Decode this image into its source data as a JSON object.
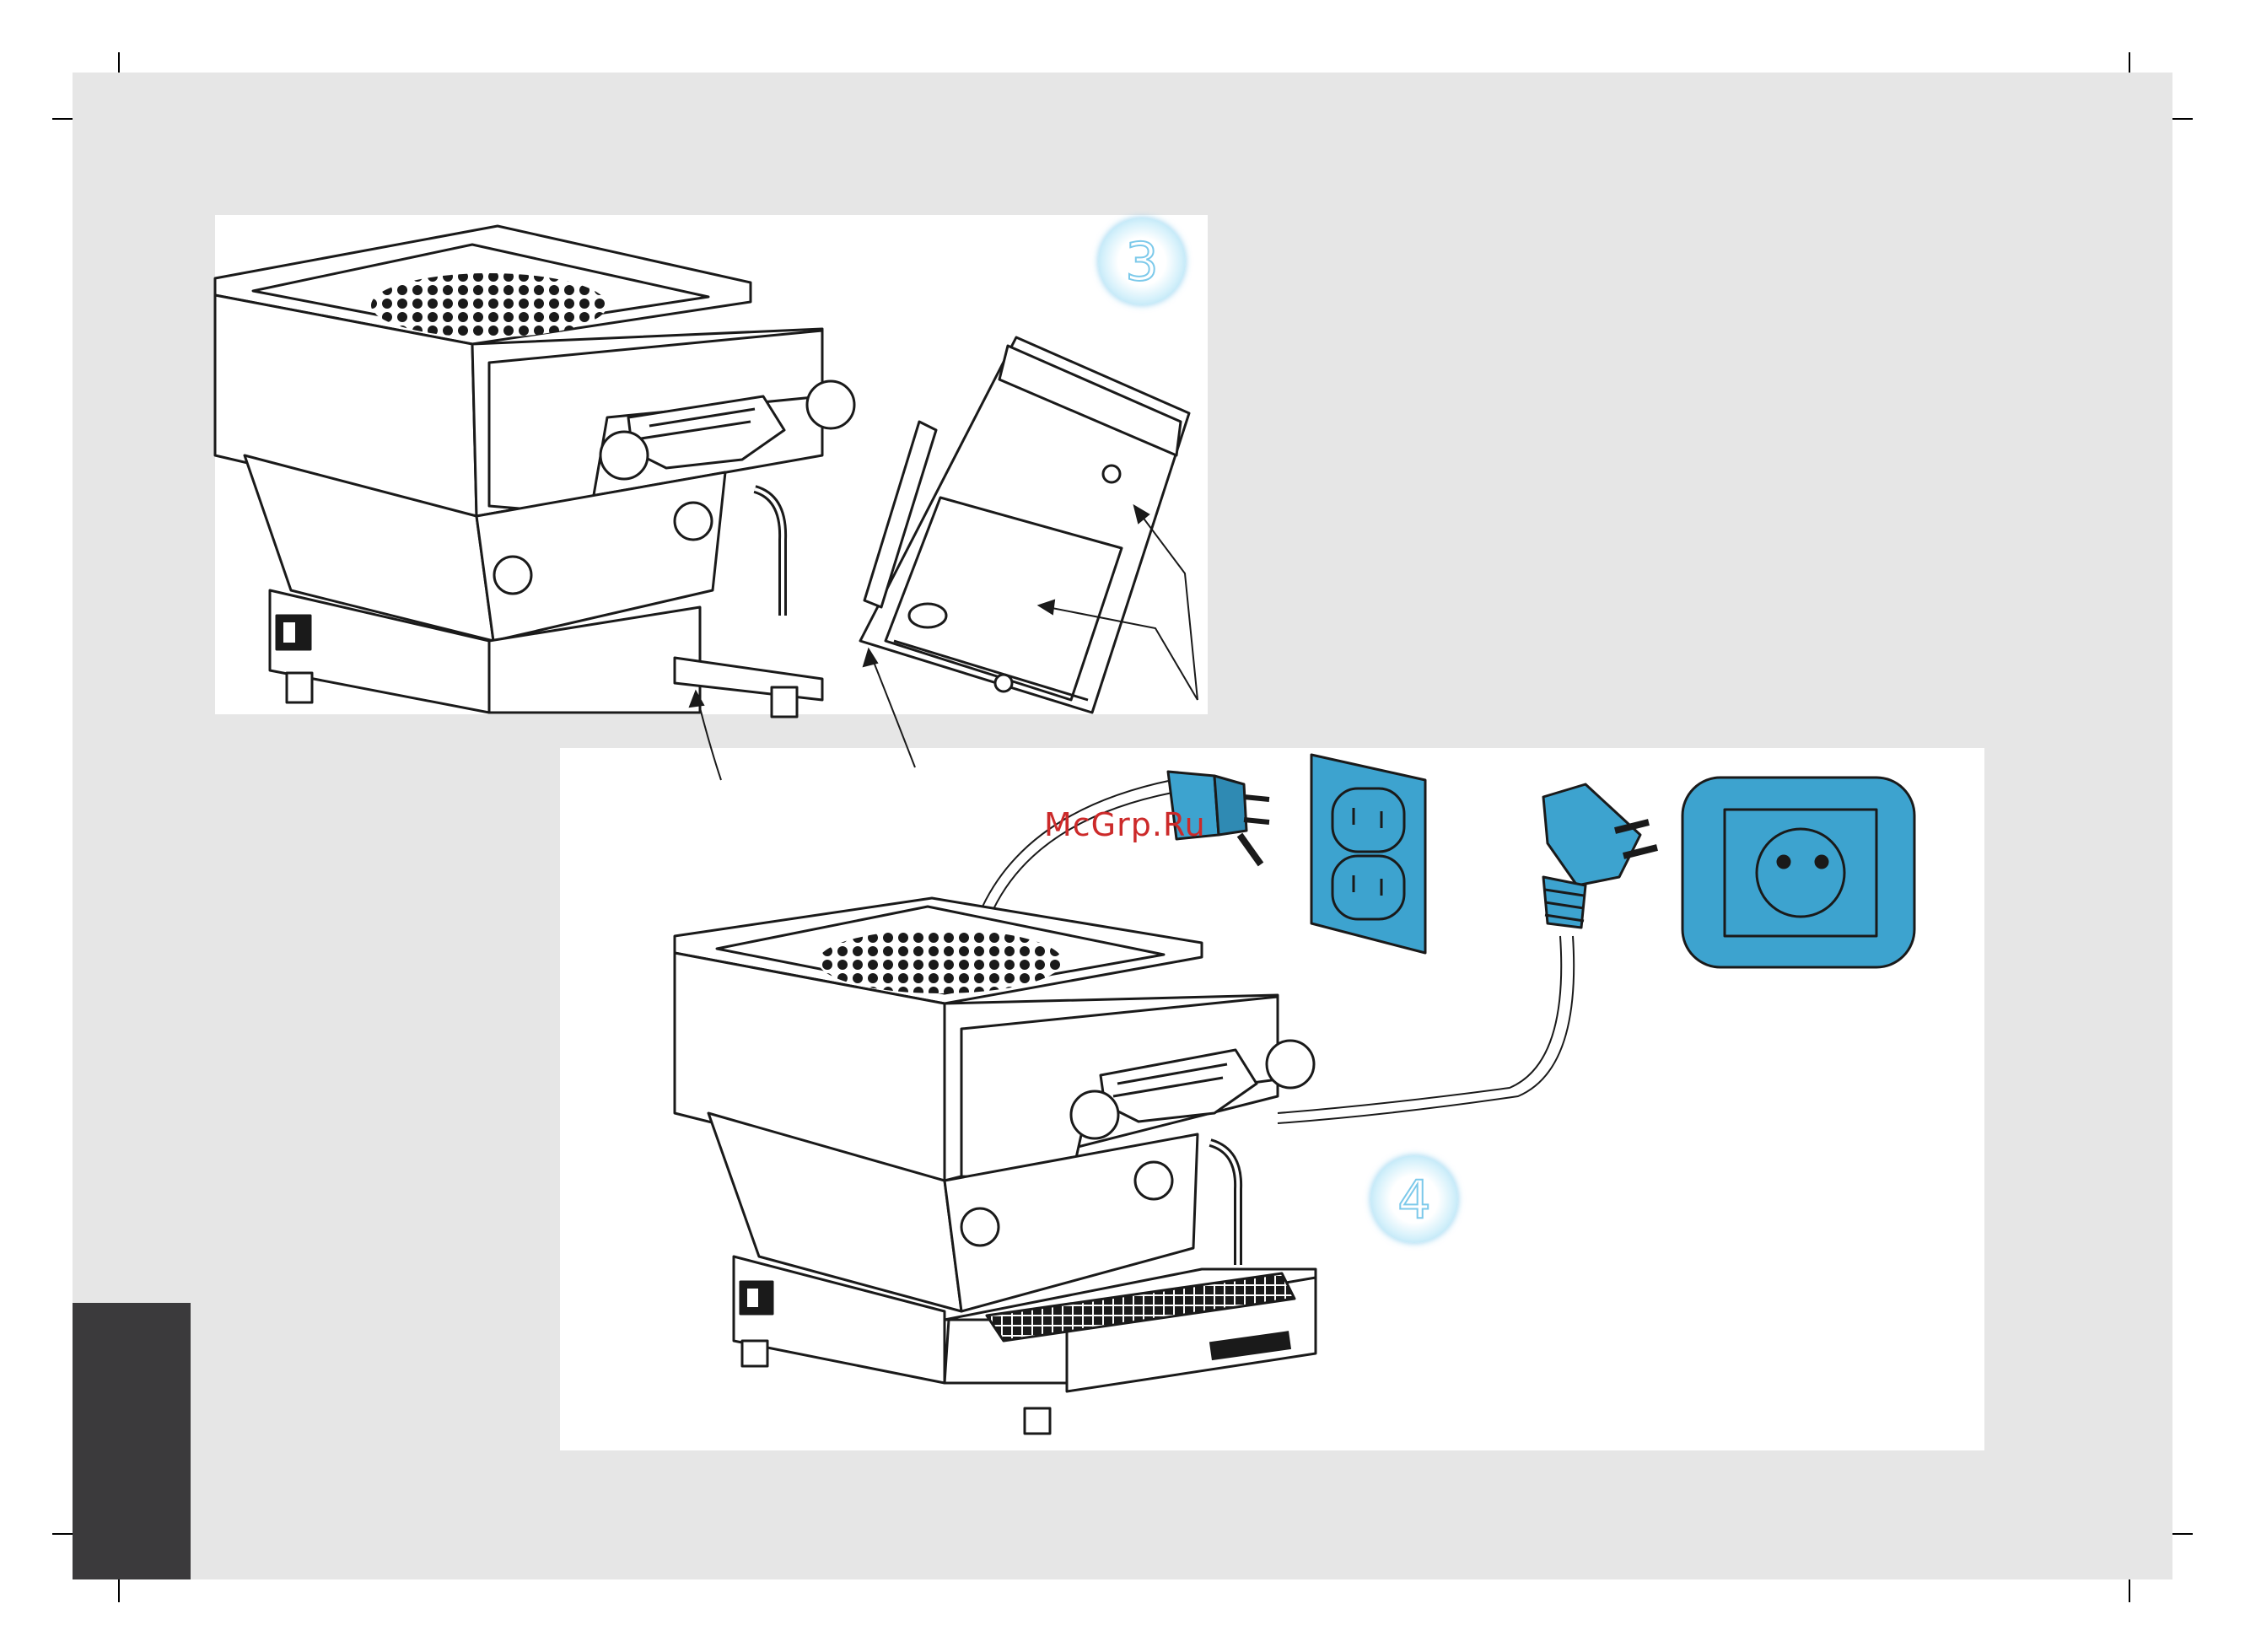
{
  "colors": {
    "page_bg": "#e6e6e6",
    "panel_bg": "#ffffff",
    "accent_blue": "#3da3cf",
    "tab_dark": "#3b3a3c",
    "watermark": "#cc2a2a"
  },
  "steps": {
    "step3_number": "3",
    "step4_number": "4"
  },
  "watermark": {
    "text": "McGrp.Ru"
  }
}
